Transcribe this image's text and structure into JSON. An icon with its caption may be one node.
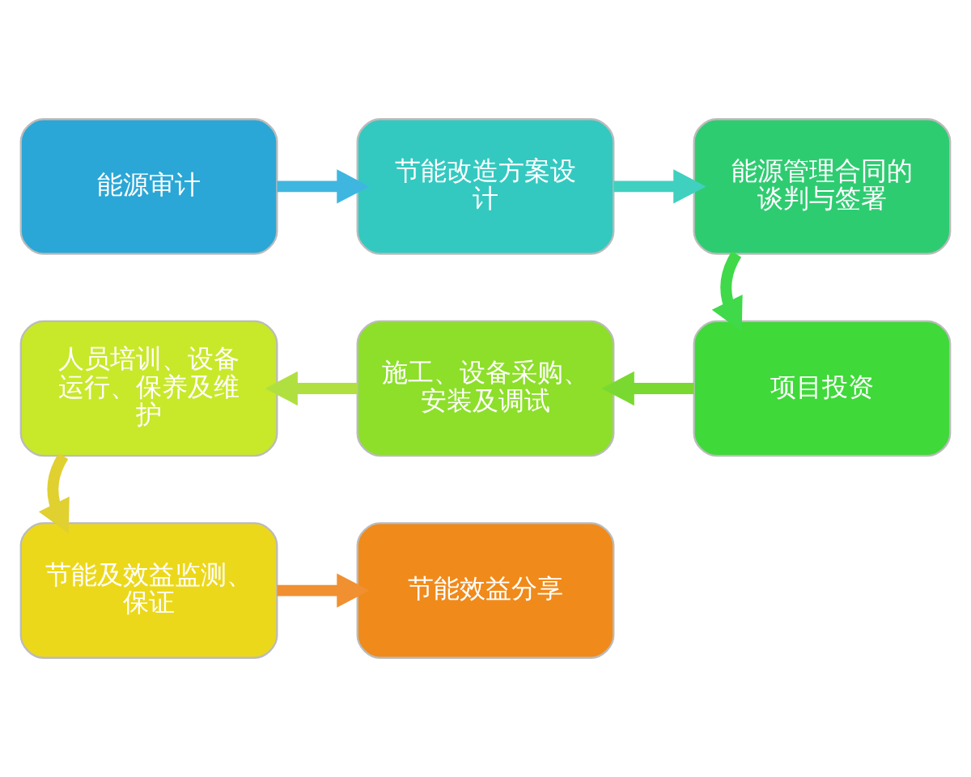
{
  "diagram": {
    "nodes": [
      {
        "text": [
          "能源审计"
        ]
      },
      {
        "text": [
          "节能改造方案设计"
        ]
      },
      {
        "text": [
          "能源管理合同的谈判与签署"
        ]
      },
      {
        "text": [
          "项目投资"
        ]
      },
      {
        "text": [
          "施工、设备采购、安装及调试"
        ]
      },
      {
        "text": [
          "人员培训、设备运行、保养及维护"
        ]
      },
      {
        "text": [
          "节能及效益监测、保证"
        ]
      },
      {
        "text": [
          "节能效益分享"
        ]
      }
    ],
    "edges": [
      {
        "from": 0,
        "to": 1,
        "arrow": "to",
        "color": "#3fb6e0"
      },
      {
        "from": 1,
        "to": 2,
        "arrow": "to",
        "color": "#3fd0c0"
      },
      {
        "from": 2,
        "to": 3,
        "arrow": "to",
        "color": "#3fd94a"
      },
      {
        "from": 3,
        "to": 4,
        "arrow": "to",
        "color": "#7ad930"
      },
      {
        "from": 4,
        "to": 5,
        "arrow": "to",
        "color": "#b0e040"
      },
      {
        "from": 5,
        "to": 6,
        "arrow": "to",
        "color": "#e0d030"
      },
      {
        "from": 6,
        "to": 7,
        "arrow": "to",
        "color": "#f09030"
      }
    ]
  }
}
